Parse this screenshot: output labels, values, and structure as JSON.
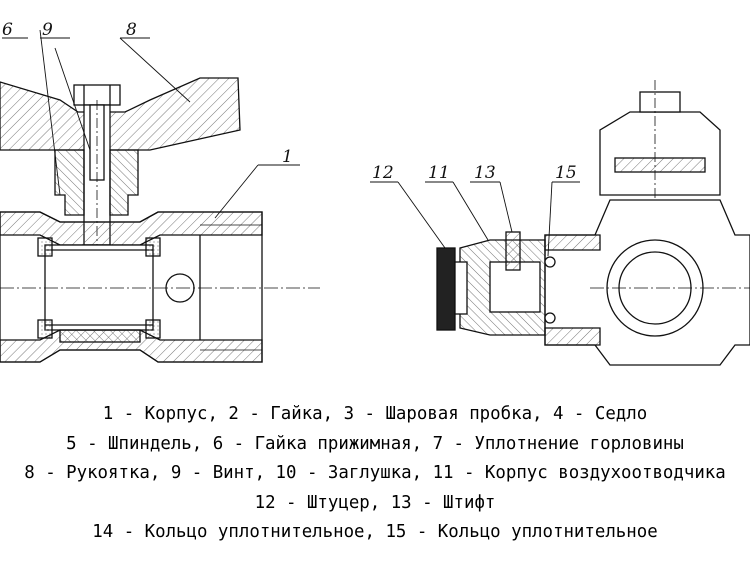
{
  "callouts": {
    "c1": "1",
    "c6": "6",
    "c8": "8",
    "c9": "9",
    "c11": "11",
    "c12": "12",
    "c13": "13",
    "c15": "15"
  },
  "legend": [
    "1 - Корпус, 2 - Гайка, 3 - Шаровая пробка, 4 - Седло",
    "5 - Шпиндель, 6 - Гайка прижимная, 7 - Уплотнение горловины",
    "8 - Рукоятка, 9 - Винт, 10 - Заглушка, 11 - Корпус воздухоотводчика",
    "12 - Штуцер, 13 - Штифт",
    "14 - Кольцо уплотнительное, 15 - Кольцо уплотнительное"
  ]
}
